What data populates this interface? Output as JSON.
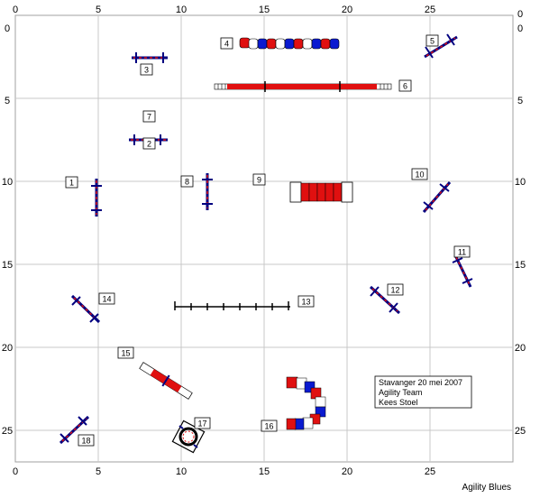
{
  "axis": {
    "x_ticks": [
      "0",
      "5",
      "10",
      "15",
      "20",
      "25"
    ],
    "y_ticks": [
      "0",
      "5",
      "10",
      "15",
      "20",
      "25"
    ]
  },
  "numbers": [
    "1",
    "2",
    "3",
    "4",
    "5",
    "6",
    "7",
    "8",
    "9",
    "10",
    "11",
    "12",
    "13",
    "14",
    "15",
    "16",
    "17",
    "18"
  ],
  "info": {
    "line1": "Stavanger 20 mei 2007",
    "line2": "Agility Team",
    "line3": "Kees Stoel"
  },
  "footer": "Agility Blues",
  "colors": {
    "red": "#e01010",
    "blue": "#0a1ad0",
    "navy": "#000080",
    "grid": "#c0c0c0"
  }
}
